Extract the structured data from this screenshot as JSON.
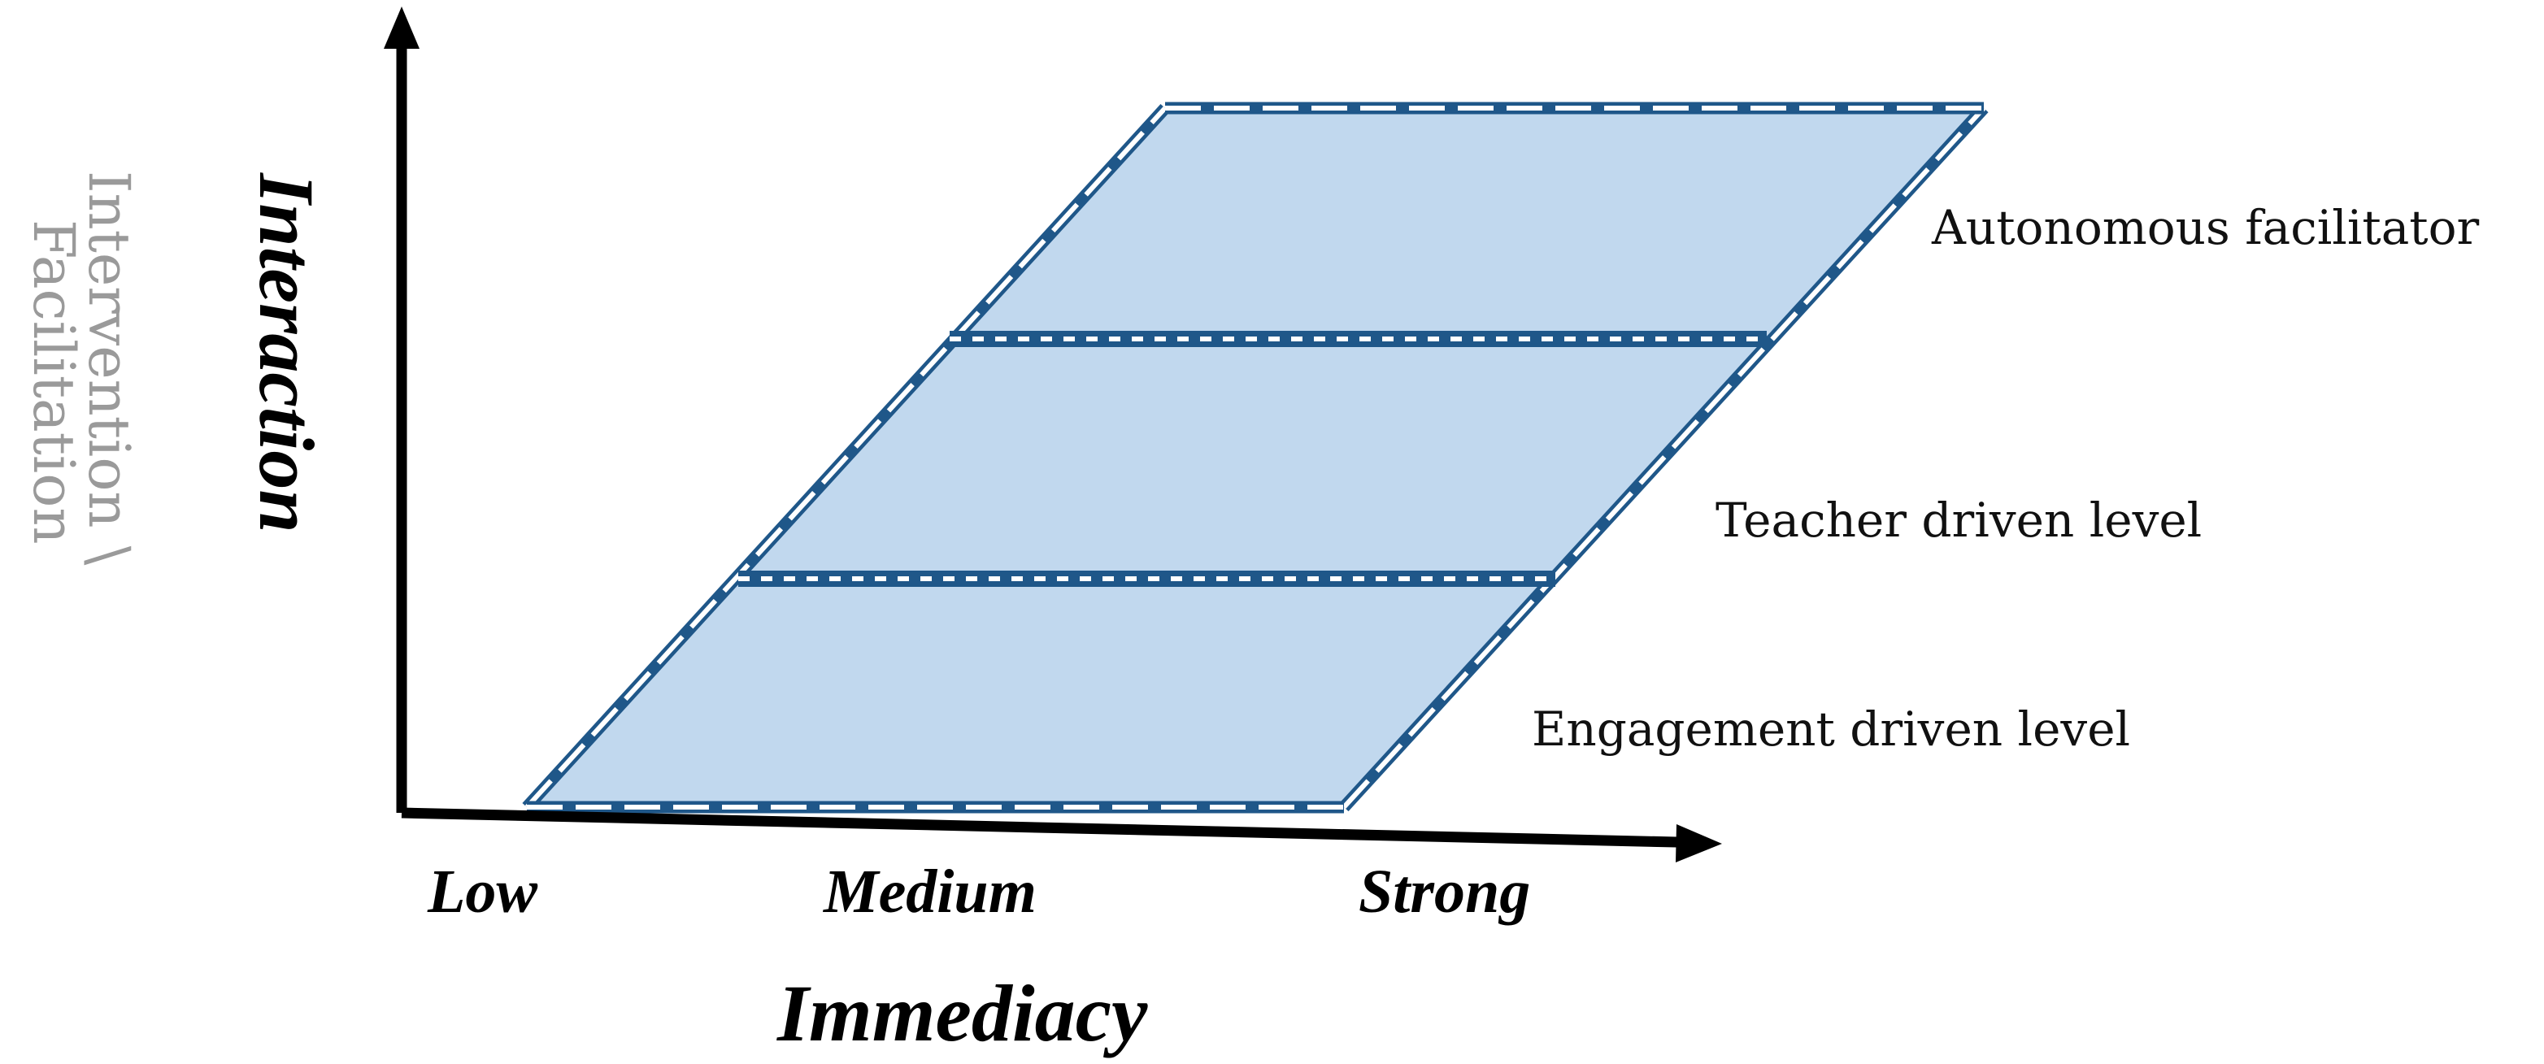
{
  "diagram": {
    "x_axis": {
      "title": "Immediacy",
      "ticks": [
        "Low",
        "Medium",
        "Strong"
      ]
    },
    "y_axis": {
      "title": "Interaction",
      "alt_title_line1": "Intervention \\",
      "alt_title_line2": "Facilitation"
    },
    "levels": [
      {
        "name": "Engagement driven level",
        "order": 1
      },
      {
        "name": "Teacher driven level",
        "order": 2
      },
      {
        "name": "Autonomous facilitator",
        "order": 3
      }
    ],
    "colors": {
      "band_fill": "#c1d8ee",
      "band_border": "#1f5789",
      "axis": "#000000",
      "alt_ylabel": "#9a9a9a"
    }
  }
}
